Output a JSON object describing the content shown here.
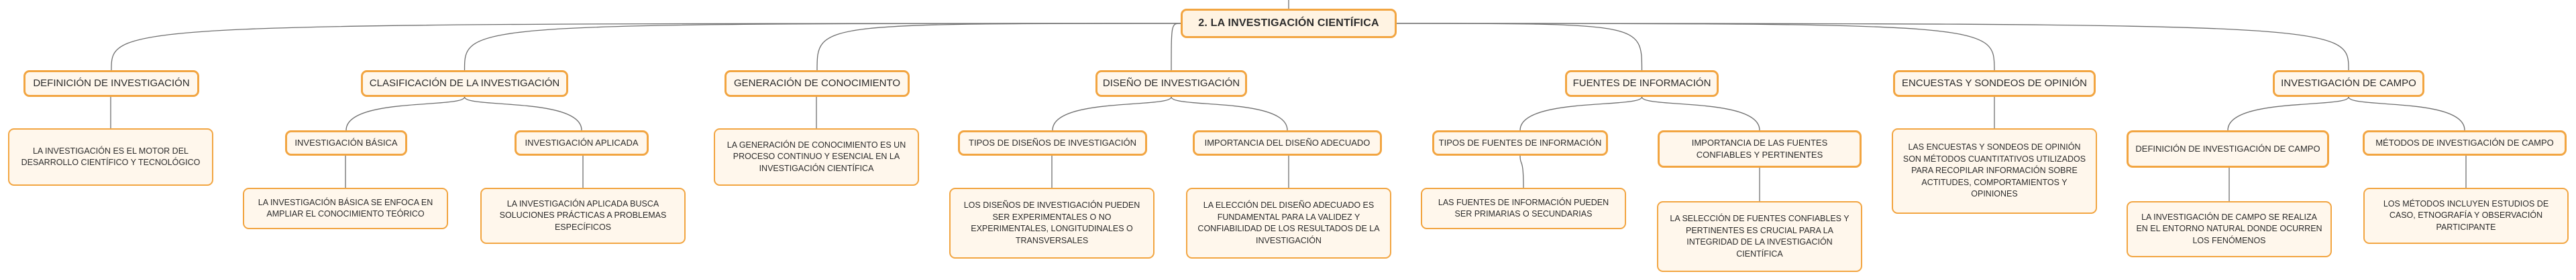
{
  "root": {
    "label": "2. LA INVESTIGACIÓN CIENTÍFICA"
  },
  "categories": [
    {
      "label": "DEFINICIÓN DE INVESTIGACIÓN"
    },
    {
      "label": "CLASIFICACIÓN DE LA INVESTIGACIÓN"
    },
    {
      "label": "GENERACIÓN DE CONOCIMIENTO"
    },
    {
      "label": "DISEÑO DE INVESTIGACIÓN"
    },
    {
      "label": "FUENTES DE INFORMACIÓN"
    },
    {
      "label": "ENCUESTAS Y SONDEOS DE OPINIÓN"
    },
    {
      "label": "INVESTIGACIÓN DE CAMPO"
    }
  ],
  "subtopics": [
    {
      "label": "INVESTIGACIÓN BÁSICA"
    },
    {
      "label": "INVESTIGACIÓN APLICADA"
    },
    {
      "label": "TIPOS DE DISEÑOS DE INVESTIGACIÓN"
    },
    {
      "label": "IMPORTANCIA DEL DISEÑO ADECUADO"
    },
    {
      "label": "TIPOS DE FUENTES DE INFORMACIÓN"
    },
    {
      "label": "IMPORTANCIA DE LAS FUENTES CONFIABLES Y PERTINENTES"
    },
    {
      "label": "DEFINICIÓN DE INVESTIGACIÓN DE CAMPO"
    },
    {
      "label": "MÉTODOS DE INVESTIGACIÓN DE CAMPO"
    }
  ],
  "details": [
    {
      "text": "LA INVESTIGACIÓN ES EL MOTOR DEL DESARROLLO CIENTÍFICO Y TECNOLÓGICO"
    },
    {
      "text": "LA INVESTIGACIÓN BÁSICA SE ENFOCA EN AMPLIAR EL CONOCIMIENTO TEÓRICO"
    },
    {
      "text": "LA INVESTIGACIÓN APLICADA BUSCA SOLUCIONES PRÁCTICAS A PROBLEMAS ESPECÍFICOS"
    },
    {
      "text": "LA GENERACIÓN DE CONOCIMIENTO ES UN PROCESO CONTINUO Y ESENCIAL EN LA INVESTIGACIÓN CIENTÍFICA"
    },
    {
      "text": "LOS DISEÑOS DE INVESTIGACIÓN PUEDEN SER EXPERIMENTALES O NO EXPERIMENTALES, LONGITUDINALES O TRANSVERSALES"
    },
    {
      "text": "LA ELECCIÓN DEL DISEÑO ADECUADO ES FUNDAMENTAL PARA LA VALIDEZ Y CONFIABILIDAD DE LOS RESULTADOS DE LA INVESTIGACIÓN"
    },
    {
      "text": "LAS FUENTES DE INFORMACIÓN PUEDEN SER PRIMARIAS O SECUNDARIAS"
    },
    {
      "text": "LA SELECCIÓN DE FUENTES CONFIABLES Y PERTINENTES ES CRUCIAL PARA LA INTEGRIDAD DE LA INVESTIGACIÓN CIENTÍFICA"
    },
    {
      "text": "LAS ENCUESTAS Y SONDEOS DE OPINIÓN SON MÉTODOS CUANTITATIVOS UTILIZADOS PARA RECOPILAR INFORMACIÓN SOBRE ACTITUDES, COMPORTAMIENTOS Y OPINIONES"
    },
    {
      "text": "LA INVESTIGACIÓN DE CAMPO SE REALIZA EN EL ENTORNO NATURAL DONDE OCURREN LOS FENÓMENOS"
    },
    {
      "text": "LOS MÉTODOS INCLUYEN ESTUDIOS DE CASO, ETNOGRAFÍA Y OBSERVACIÓN PARTICIPANTE"
    }
  ]
}
